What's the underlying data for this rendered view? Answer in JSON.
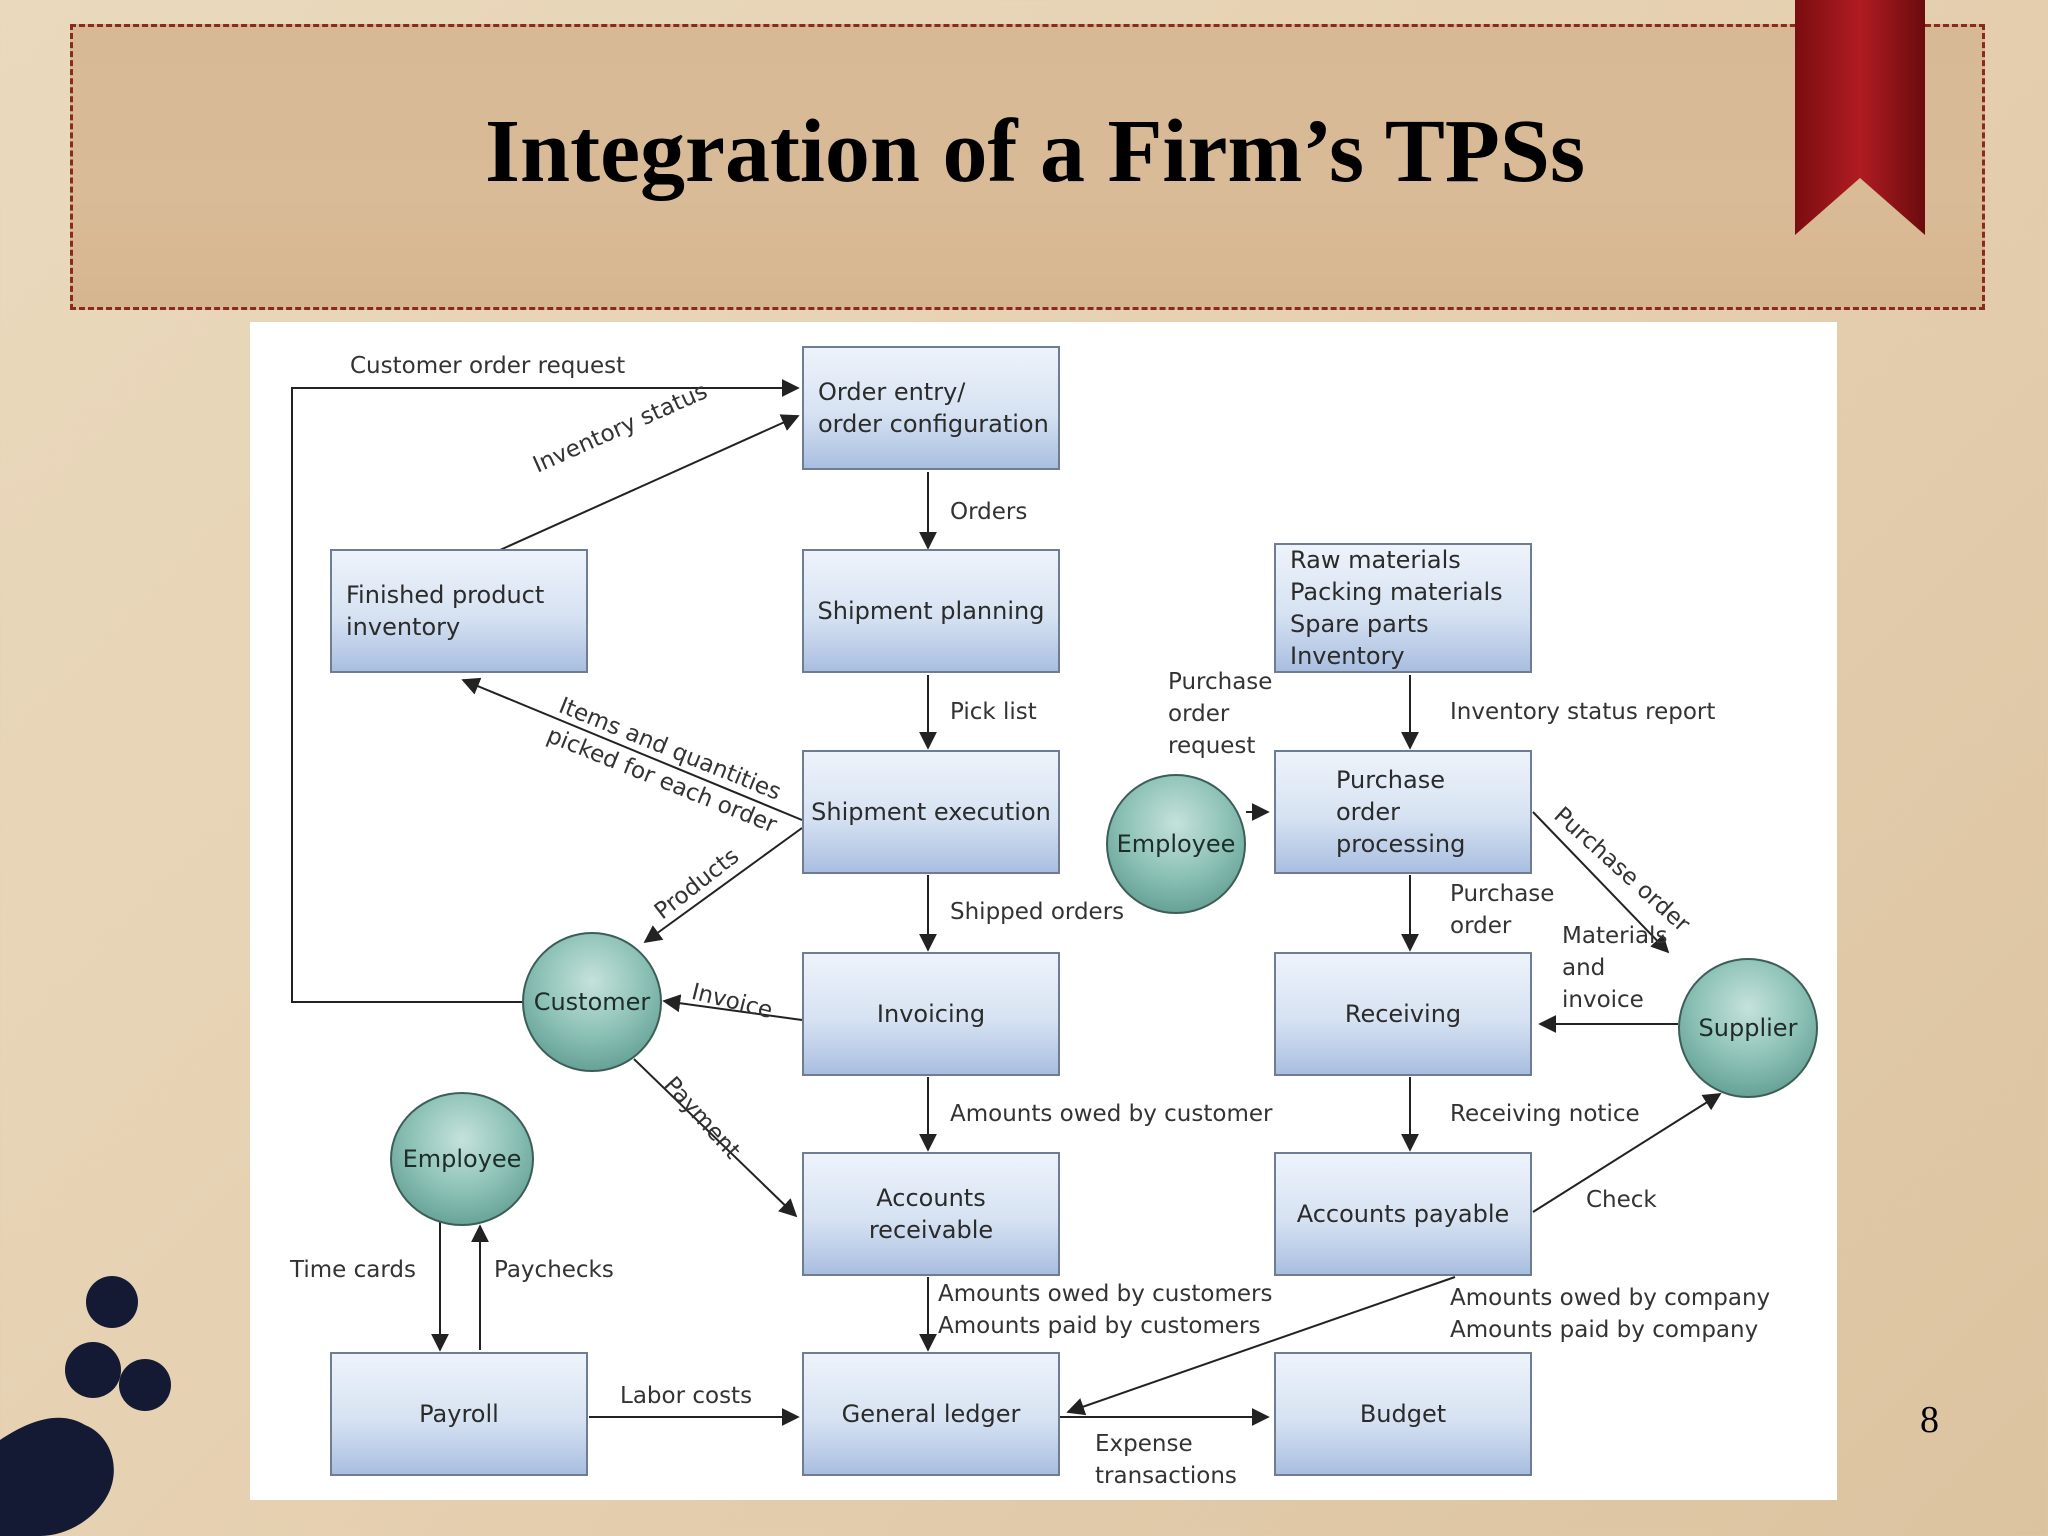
{
  "slide": {
    "title": "Integration of a Firm’s TPSs",
    "page_number": "8"
  },
  "diagram": {
    "processes": {
      "order_entry": "Order entry/\norder configuration",
      "finished_inventory": "Finished product\ninventory",
      "shipment_planning": "Shipment planning",
      "shipment_execution": "Shipment execution",
      "invoicing": "Invoicing",
      "accounts_receivable": "Accounts\nreceivable",
      "payroll": "Payroll",
      "general_ledger": "General ledger",
      "budget": "Budget",
      "raw_materials": "Raw materials\nPacking materials\nSpare parts\nInventory",
      "purchase_order_processing": "Purchase\norder\nprocessing",
      "receiving": "Receiving",
      "accounts_payable": "Accounts payable"
    },
    "entities": {
      "customer": "Customer",
      "employee_payroll": "Employee",
      "employee_purchase": "Employee",
      "supplier": "Supplier"
    },
    "flows": {
      "customer_order_request": "Customer order request",
      "inventory_status": "Inventory status",
      "orders": "Orders",
      "pick_list": "Pick list",
      "items_picked": "Items and quantities\npicked for each order",
      "products": "Products",
      "shipped_orders": "Shipped orders",
      "invoice": "Invoice",
      "payment": "Payment",
      "amounts_owed_by_customer": "Amounts owed by customer",
      "amounts_customers": "Amounts owed by customers\nAmounts paid by customers",
      "time_cards": "Time cards",
      "paychecks": "Paychecks",
      "labor_costs": "Labor costs",
      "expense_transactions": "Expense\ntransactions",
      "purchase_order_request": "Purchase\norder\nrequest",
      "inventory_status_report": "Inventory status report",
      "purchase_order_to_supplier": "Purchase order",
      "purchase_order_to_receiving": "Purchase\norder",
      "materials_and_invoice": "Materials\nand\ninvoice",
      "receiving_notice": "Receiving notice",
      "check": "Check",
      "amounts_company": "Amounts owed by company\nAmounts paid by company"
    }
  }
}
